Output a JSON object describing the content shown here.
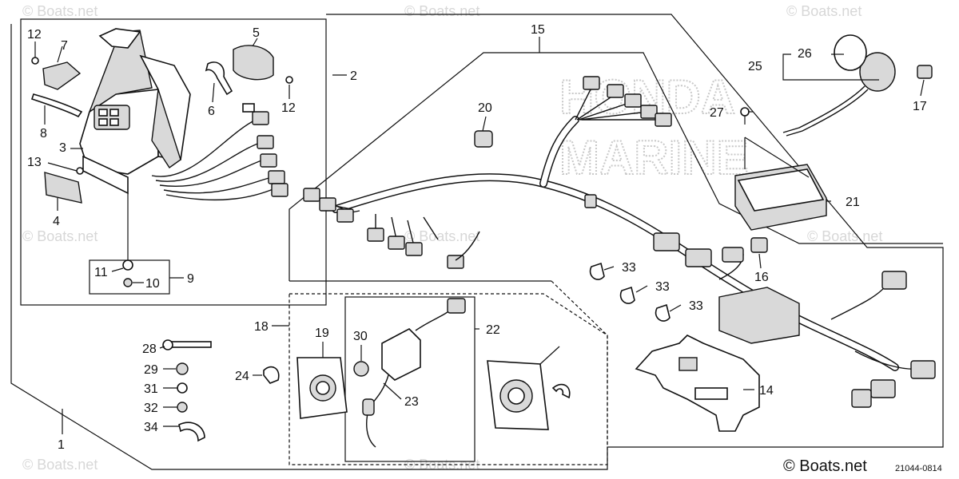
{
  "watermark": {
    "text": "© Boats.net"
  },
  "brand_watermark": {
    "line1": "HONDA",
    "line2": "MARINE"
  },
  "copyright": {
    "text": "© Boats.net"
  },
  "diagram_code": {
    "text": "21044-0814"
  },
  "callouts": {
    "c1": "1",
    "c2": "2",
    "c3": "3",
    "c4": "4",
    "c5": "5",
    "c6": "6",
    "c7": "7",
    "c8": "8",
    "c9": "9",
    "c10": "10",
    "c11": "11",
    "c12a": "12",
    "c12b": "12",
    "c13": "13",
    "c14": "14",
    "c15": "15",
    "c16": "16",
    "c17": "17",
    "c18": "18",
    "c19": "19",
    "c20": "20",
    "c21": "21",
    "c22": "22",
    "c23": "23",
    "c24": "24",
    "c25": "25",
    "c26": "26",
    "c27": "27",
    "c28": "28",
    "c29": "29",
    "c30": "30",
    "c31": "31",
    "c32": "32",
    "c33a": "33",
    "c33b": "33",
    "c33c": "33",
    "c34": "34"
  }
}
